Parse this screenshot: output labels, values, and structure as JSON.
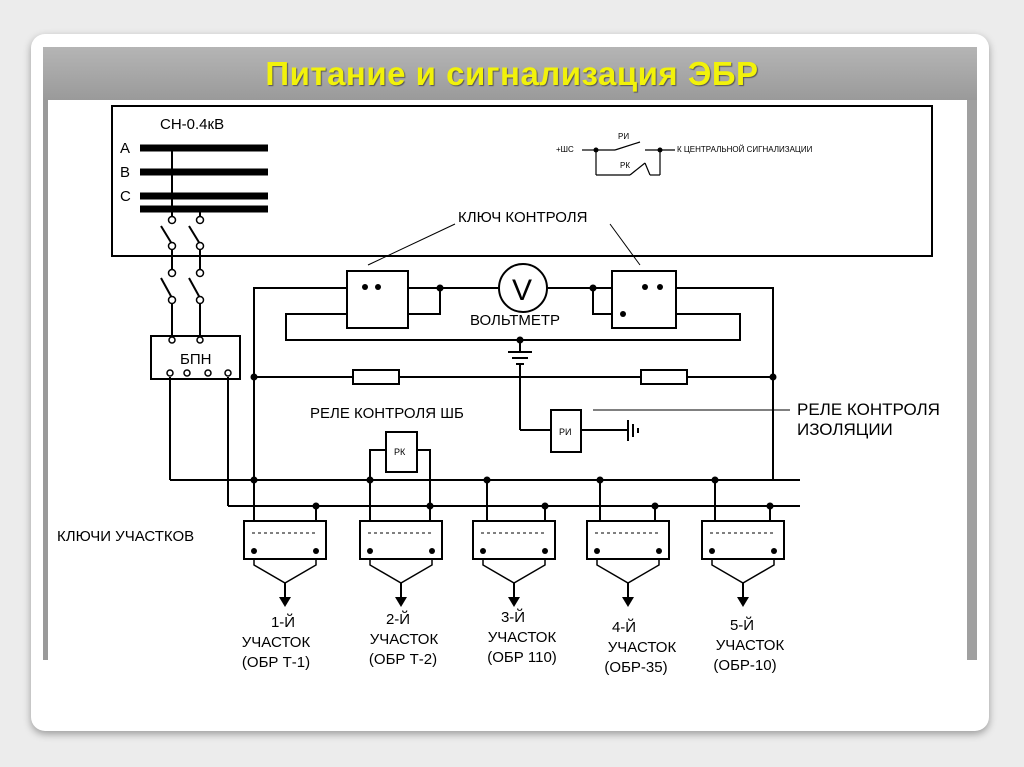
{
  "slide": {
    "title": "Питание и сигнализация ЭБР"
  },
  "diagram": {
    "busbar": {
      "label": "СН-0.4кВ",
      "phases": [
        "А",
        "В",
        "С"
      ]
    },
    "bpn_label": "БПН",
    "central_signal": {
      "input_label": "+ШС",
      "ri_label": "РИ",
      "rk_label": "РК",
      "output_label": "К ЦЕНТРАЛЬНОЙ СИГНАЛИЗАЦИИ"
    },
    "control_key_label": "КЛЮЧ КОНТРОЛЯ",
    "voltmeter_symbol": "V",
    "voltmeter_label": "ВОЛЬТМЕТР",
    "relay_sb_label": "РЕЛЕ КОНТРОЛЯ ШБ",
    "ri_label": "РИ",
    "rk_label": "РК",
    "insulation_relay_label_1": "РЕЛЕ КОНТРОЛЯ",
    "insulation_relay_label_2": "ИЗОЛЯЦИИ",
    "section_keys_label": "КЛЮЧИ УЧАСТКОВ",
    "sections": [
      {
        "line1": "1-Й",
        "line2": "УЧАСТОК",
        "line3": "(ОБР Т-1)"
      },
      {
        "line1": "2-Й",
        "line2": "УЧАСТОК",
        "line3": "(ОБР Т-2)"
      },
      {
        "line1": "3-Й",
        "line2": "УЧАСТОК",
        "line3": "(ОБР 110)"
      },
      {
        "line1": "4-Й",
        "line2": "УЧАСТОК",
        "line3": "(ОБР-35)"
      },
      {
        "line1": "5-Й",
        "line2": "УЧАСТОК",
        "line3": "(ОБР-10)"
      }
    ]
  }
}
